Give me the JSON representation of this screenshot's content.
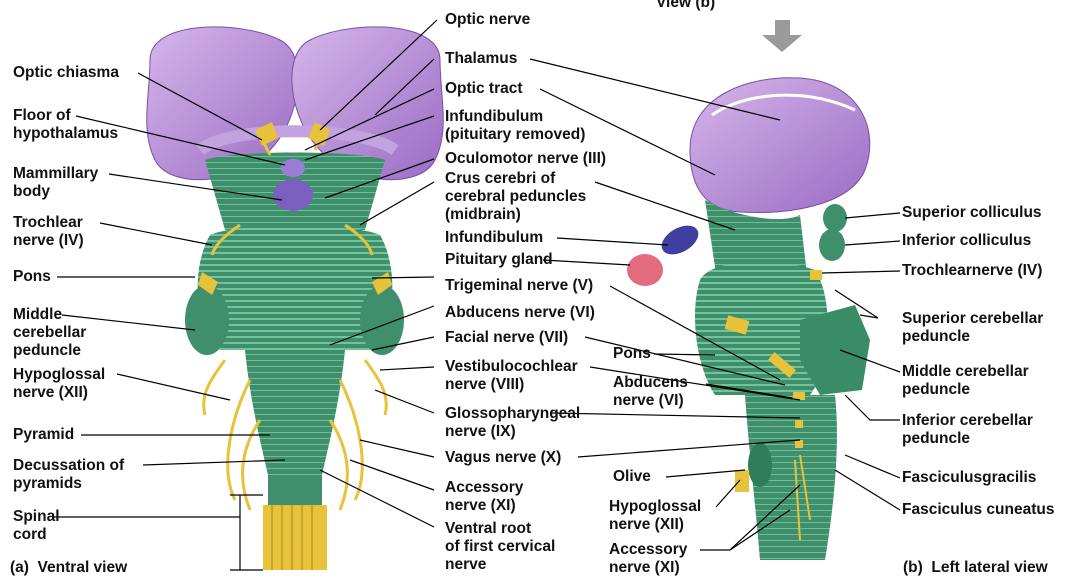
{
  "captions": {
    "ventral": "(a)  Ventral view",
    "lateral": "(b)  Left lateral view",
    "top_view": "View (b)"
  },
  "colors": {
    "thalamus": "#b98fd6",
    "green": "#3f8f6c",
    "nerve": "#e8c23a",
    "pituitary": "#e46a7e",
    "leader": "#000000"
  },
  "ventral_left": {
    "optic_chiasma": "Optic chiasma",
    "floor_hypothalamus": "Floor of\nhypothalamus",
    "mammillary_body": "Mammillary\nbody",
    "trochlear_nerve": "Trochlear\nnerve (IV)",
    "pons": "Pons",
    "middle_cerebellar_peduncle": "Middle\ncerebellar\npeduncle",
    "hypoglossal_nerve": "Hypoglossal\nnerve (XII)",
    "pyramid": "Pyramid",
    "decussation": "Decussation of\npyramids",
    "spinal_cord": "Spinal\ncord"
  },
  "center_column": {
    "optic_nerve": "Optic nerve",
    "thalamus": "Thalamus",
    "optic_tract": "Optic tract",
    "infundibulum_removed": "Infundibulum\n(pituitary removed)",
    "oculomotor": "Oculomotor nerve (III)",
    "crus_cerebri": "Crus cerebri of\ncerebral peduncles\n(midbrain)",
    "infundibulum": "Infundibulum",
    "pituitary_gland": "Pituitary gland",
    "trigeminal": "Trigeminal nerve (V)",
    "abducens": "Abducens nerve (VI)",
    "facial": "Facial nerve (VII)",
    "vestibulocochlear": "Vestibulocochlear\nnerve (VIII)",
    "glossopharyngeal": "Glossopharyngeal\nnerve (IX)",
    "vagus": "Vagus nerve (X)",
    "accessory": "Accessory\nnerve (XI)",
    "ventral_root": "Ventral root\nof first cervical\nnerve"
  },
  "lateral_inner": {
    "pons": "Pons",
    "abducens": "Abducens\nnerve (VI)",
    "olive": "Olive",
    "hypoglossal": "Hypoglossal\nnerve (XII)",
    "accessory": "Accessory\nnerve (XI)"
  },
  "lateral_right": {
    "superior_colliculus": "Superior colliculus",
    "inferior_colliculus": "Inferior colliculus",
    "trochlear": "Trochlearnerve (IV)",
    "superior_cerebellar": "Superior cerebellar\npeduncle",
    "middle_cerebellar": "Middle cerebellar\npeduncle",
    "inferior_cerebellar": "Inferior cerebellar\npeduncle",
    "fasciculus_gracilis": "Fasciculusgracilis",
    "fasciculus_cuneatus": "Fasciculus cuneatus"
  }
}
